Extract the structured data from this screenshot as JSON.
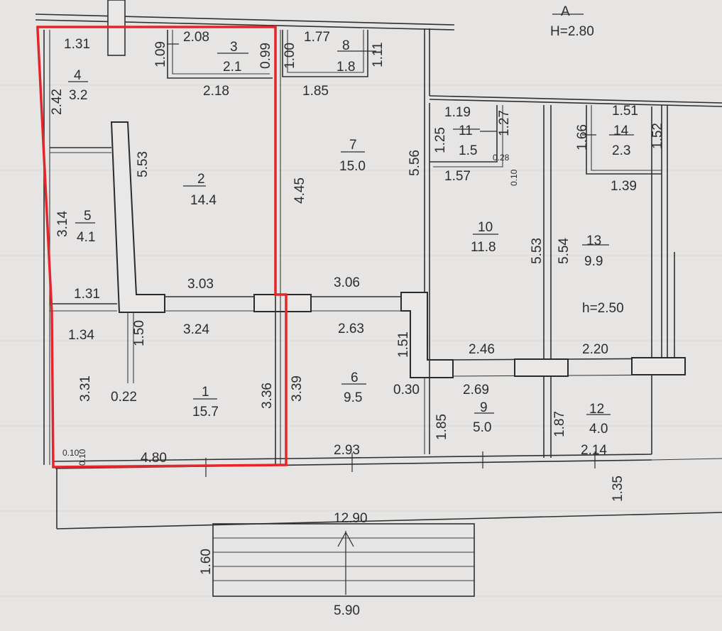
{
  "header": {
    "section": "A",
    "height": "H=2.80",
    "sub_height": "h=2.50"
  },
  "rooms": [
    {
      "id": "1",
      "area": "15.7"
    },
    {
      "id": "2",
      "area": "14.4"
    },
    {
      "id": "3",
      "area": "2.1"
    },
    {
      "id": "4",
      "area": "3.2"
    },
    {
      "id": "5",
      "area": "4.1"
    },
    {
      "id": "6",
      "area": "9.5"
    },
    {
      "id": "7",
      "area": "15.0"
    },
    {
      "id": "8",
      "area": "1.8"
    },
    {
      "id": "9",
      "area": "5.0"
    },
    {
      "id": "10",
      "area": "11.8"
    },
    {
      "id": "11",
      "area": "1.5"
    },
    {
      "id": "12",
      "area": "4.0"
    },
    {
      "id": "13",
      "area": "9.9"
    },
    {
      "id": "14",
      "area": "2.3"
    }
  ],
  "dimensions": {
    "d_1_31_top": "1.31",
    "d_2_08": "2.08",
    "d_1_09": "1.09",
    "d_0_99": "0.99",
    "d_1_00": "1.00",
    "d_1_77": "1.77",
    "d_1_11": "1.11",
    "d_2_42": "2.42",
    "d_2_18": "2.18",
    "d_1_85": "1.85",
    "d_5_53_left": "5.53",
    "d_4_45": "4.45",
    "d_5_56": "5.56",
    "d_3_14": "3.14",
    "d_1_31_mid": "1.31",
    "d_3_03": "3.03",
    "d_3_06": "3.06",
    "d_1_34": "1.34",
    "d_1_50": "1.50",
    "d_3_24": "3.24",
    "d_2_63": "2.63",
    "d_1_51": "1.51",
    "d_3_31": "3.31",
    "d_0_22": "0.22",
    "d_3_36": "3.36",
    "d_3_39": "3.39",
    "d_0_30": "0.30",
    "d_0_10_a": "0.10",
    "d_0_10_b": "0.10",
    "d_4_80": "4.80",
    "d_2_93": "2.93",
    "d_1_19": "1.19",
    "d_1_25": "1.25",
    "d_1_27": "1.27",
    "d_0_28": "0.28",
    "d_1_57": "1.57",
    "d_0_10_c": "0.10",
    "d_1_66": "1.66",
    "d_1_51_r": "1.51",
    "d_1_52": "1.52",
    "d_1_39": "1.39",
    "d_5_53_right": "5.53",
    "d_5_54": "5.54",
    "d_2_46": "2.46",
    "d_2_20": "2.20",
    "d_2_69": "2.69",
    "d_1_85_b": "1.85",
    "d_1_87": "1.87",
    "d_2_14": "2.14",
    "d_1_35": "1.35",
    "d_12_90": "12.90",
    "d_1_60": "1.60",
    "d_5_90": "5.90"
  }
}
